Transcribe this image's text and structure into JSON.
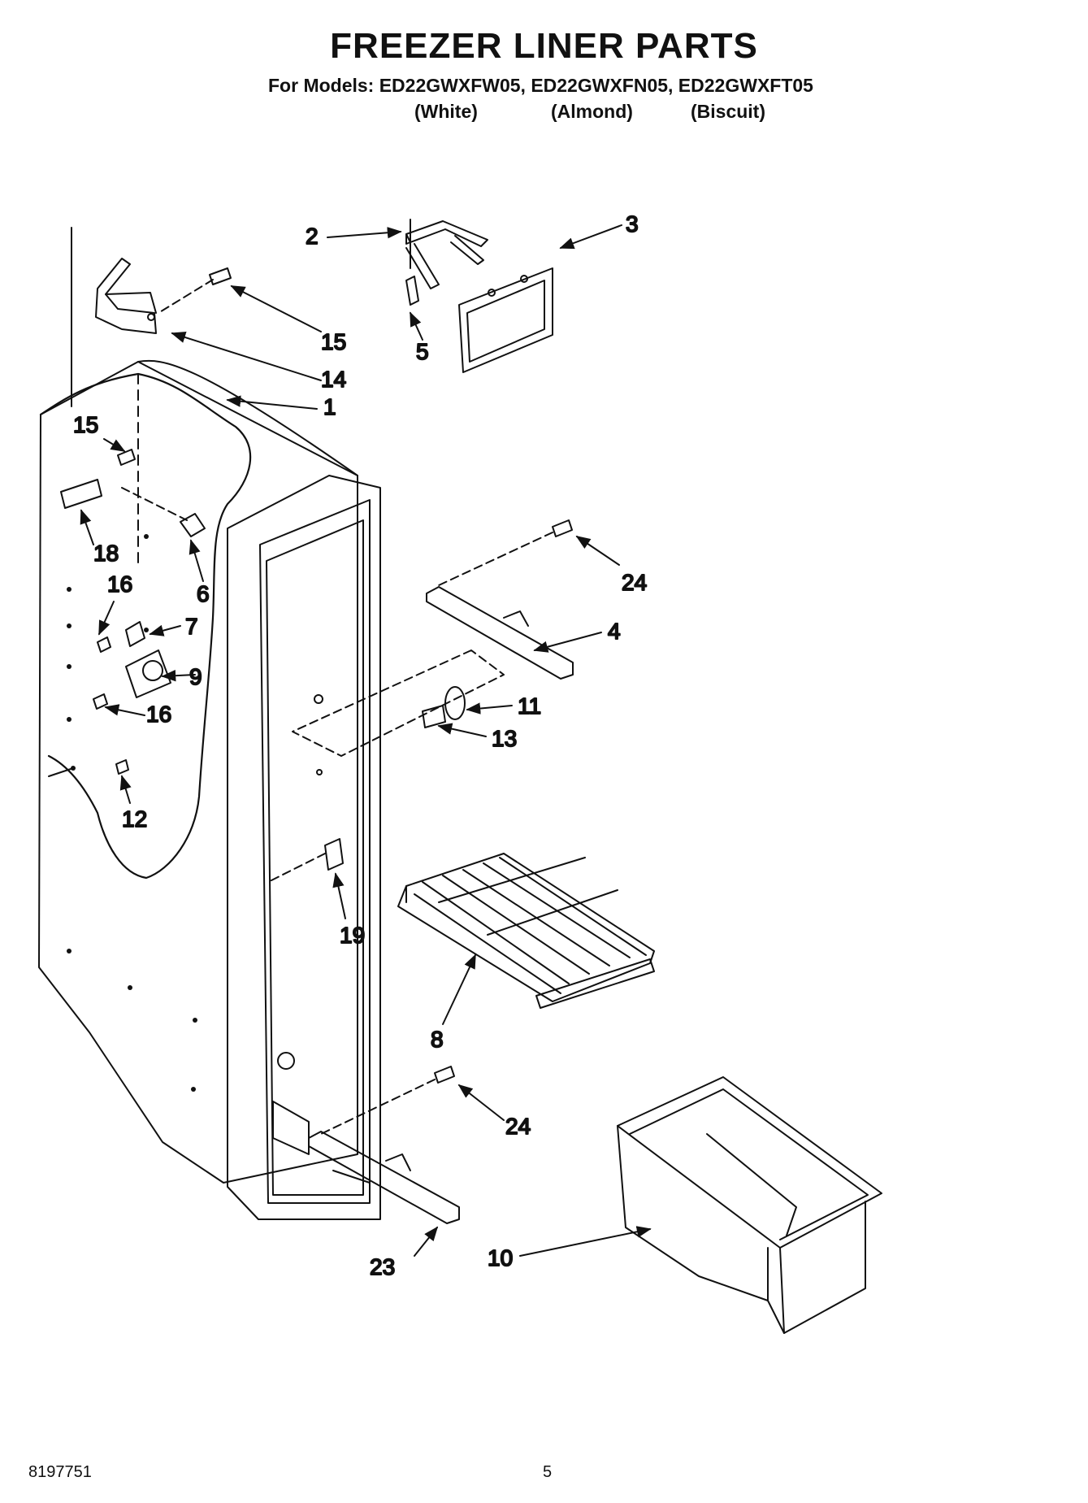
{
  "header": {
    "title": "FREEZER LINER PARTS",
    "models_line": "For Models: ED22GWXFW05, ED22GWXFN05, ED22GWXFT05",
    "colors": [
      "(White)",
      "(Almond)",
      "(Biscuit)"
    ]
  },
  "callouts": [
    {
      "key": "c1",
      "label": "1"
    },
    {
      "key": "c2",
      "label": "2"
    },
    {
      "key": "c3",
      "label": "3"
    },
    {
      "key": "c4",
      "label": "4"
    },
    {
      "key": "c5",
      "label": "5"
    },
    {
      "key": "c6",
      "label": "6"
    },
    {
      "key": "c7",
      "label": "7"
    },
    {
      "key": "c8",
      "label": "8"
    },
    {
      "key": "c9",
      "label": "9"
    },
    {
      "key": "c10",
      "label": "10"
    },
    {
      "key": "c11",
      "label": "11"
    },
    {
      "key": "c12",
      "label": "12"
    },
    {
      "key": "c13",
      "label": "13"
    },
    {
      "key": "c14",
      "label": "14"
    },
    {
      "key": "c15a",
      "label": "15"
    },
    {
      "key": "c15b",
      "label": "15"
    },
    {
      "key": "c16a",
      "label": "16"
    },
    {
      "key": "c16b",
      "label": "16"
    },
    {
      "key": "c18",
      "label": "18"
    },
    {
      "key": "c19",
      "label": "19"
    },
    {
      "key": "c23",
      "label": "23"
    },
    {
      "key": "c24a",
      "label": "24"
    },
    {
      "key": "c24b",
      "label": "24"
    }
  ],
  "footer": {
    "part_number": "8197751",
    "page_number": "5"
  }
}
